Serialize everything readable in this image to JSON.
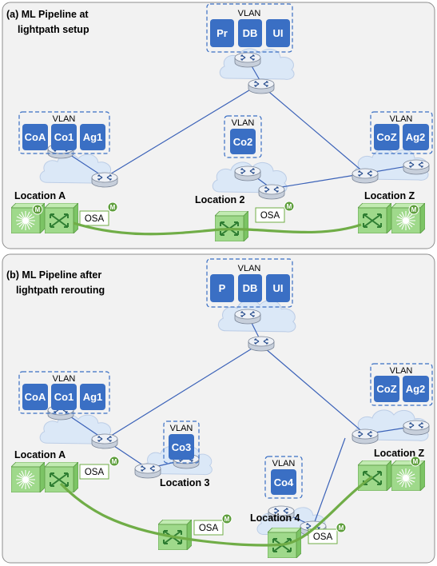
{
  "panel_a": {
    "title_line1": "(a)  ML Pipeline at",
    "title_line2": "lightpath setup",
    "vlan_label": "VLAN",
    "top_nodes": [
      "Pr",
      "DB",
      "UI"
    ],
    "loc_a_nodes": [
      "CoA",
      "Co1",
      "Ag1"
    ],
    "loc_2_nodes": [
      "Co2"
    ],
    "loc_z_nodes": [
      "CoZ",
      "Ag2"
    ],
    "location_a": "Location A",
    "location_2": "Location 2",
    "location_z": "Location Z",
    "osa": "OSA",
    "monitor": "M"
  },
  "panel_b": {
    "title_line1": "(b) ML Pipeline after",
    "title_line2": "lightpath rerouting",
    "vlan_label": "VLAN",
    "top_nodes": [
      "P",
      "DB",
      "UI"
    ],
    "loc_a_nodes": [
      "CoA",
      "Co1",
      "Ag1"
    ],
    "loc_3_nodes": [
      "Co3"
    ],
    "loc_4_nodes": [
      "Co4"
    ],
    "loc_z_nodes": [
      "CoZ",
      "Ag2"
    ],
    "location_a": "Location A",
    "location_3": "Location 3",
    "location_4": "Location 4",
    "location_z": "Location Z",
    "osa": "OSA",
    "monitor": "M"
  },
  "colors": {
    "node_fill": "#3a6fc4",
    "vlan_border": "#3a6fc4",
    "cloud_fill": "#dbe8f7",
    "link": "#3b62b8",
    "lightpath": "#70ad47",
    "optical_fill": "#9fd98b",
    "monitor_badge": "#5e9e3c"
  }
}
